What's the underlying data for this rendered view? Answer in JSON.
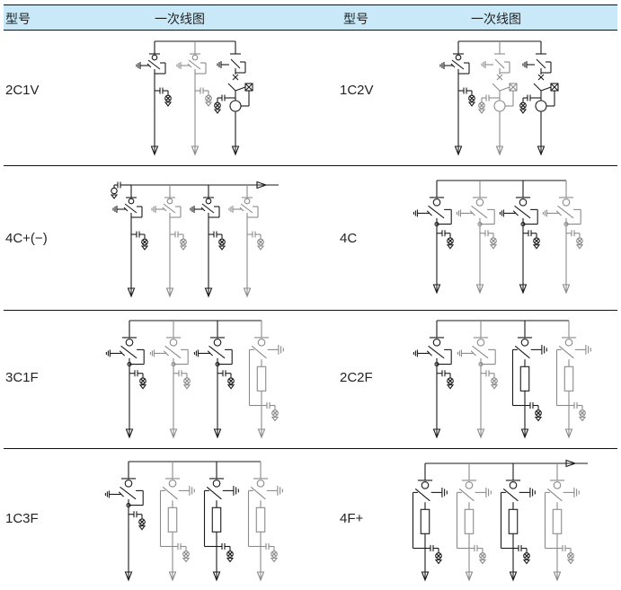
{
  "header": {
    "col1_model": "型号",
    "col1_diagram": "一次线图",
    "col2_model": "型号",
    "col2_diagram": "一次线图"
  },
  "rows": [
    {
      "left": "2C1V",
      "right": "1C2V"
    },
    {
      "left": "4C+(−)",
      "right": "4C"
    },
    {
      "left": "3C1F",
      "right": "2C2F"
    },
    {
      "left": "1C3F",
      "right": "4F+"
    }
  ],
  "colors": {
    "header_bg": "#c9e9f8",
    "line_dark": "#1a1a1a",
    "line_grey": "#8a8a8a"
  },
  "diagrams": [
    {
      "id": "2C1V",
      "bus": "top",
      "incoming_arrow": false,
      "units": [
        "C",
        "C",
        "V"
      ]
    },
    {
      "id": "1C2V",
      "bus": "top",
      "incoming_arrow": false,
      "units": [
        "C",
        "V",
        "V"
      ]
    },
    {
      "id": "4C+(−)",
      "bus": "top-arrow",
      "incoming_arrow": true,
      "units": [
        "C",
        "C",
        "C",
        "C"
      ]
    },
    {
      "id": "4C",
      "bus": "top",
      "incoming_arrow": false,
      "units": [
        "C",
        "C",
        "C",
        "C"
      ]
    },
    {
      "id": "3C1F",
      "bus": "top",
      "incoming_arrow": false,
      "units": [
        "C",
        "C",
        "C",
        "F"
      ]
    },
    {
      "id": "2C2F",
      "bus": "top",
      "incoming_arrow": false,
      "units": [
        "C",
        "C",
        "F",
        "F"
      ]
    },
    {
      "id": "1C3F",
      "bus": "top",
      "incoming_arrow": false,
      "units": [
        "C",
        "F",
        "F",
        "F"
      ]
    },
    {
      "id": "4F+",
      "bus": "top-arrow",
      "incoming_arrow": true,
      "units": [
        "F",
        "F",
        "F",
        "F"
      ]
    }
  ]
}
